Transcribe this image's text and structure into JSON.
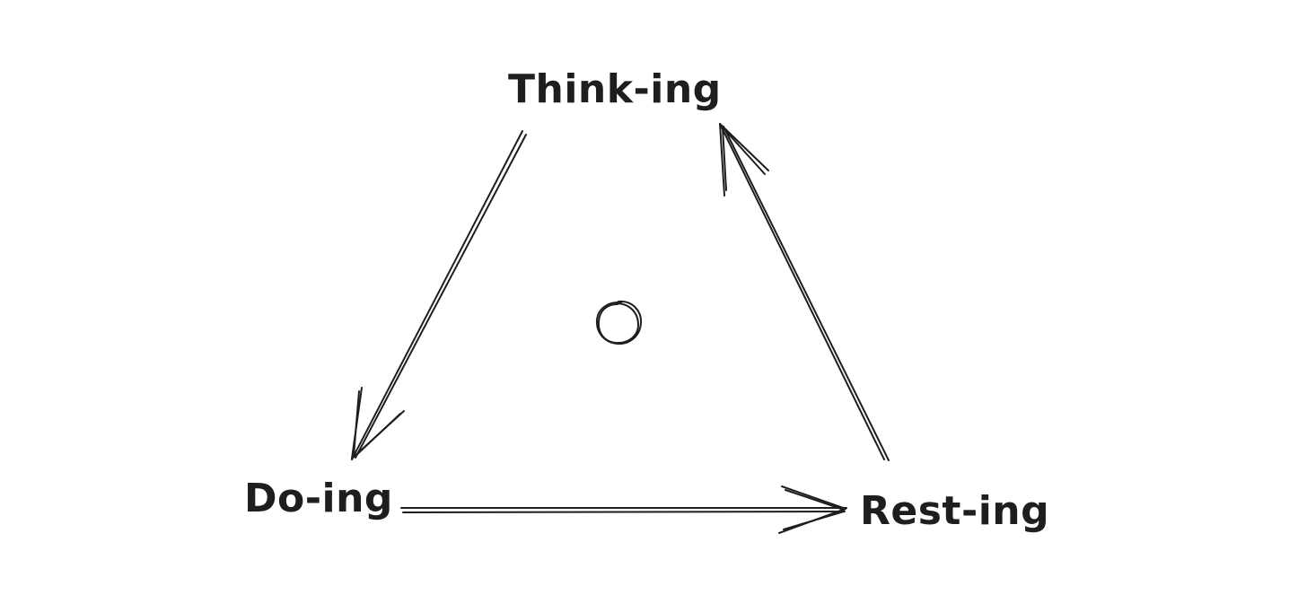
{
  "nodes": {
    "thinking": {
      "label": "Think-ing"
    },
    "doing": {
      "label": "Do-ing"
    },
    "resting": {
      "label": "Rest-ing"
    }
  },
  "edges": [
    {
      "from": "thinking",
      "to": "doing"
    },
    {
      "from": "doing",
      "to": "resting"
    },
    {
      "from": "resting",
      "to": "thinking"
    }
  ],
  "colors": {
    "ink": "#1e1e1e",
    "background": "#ffffff"
  }
}
